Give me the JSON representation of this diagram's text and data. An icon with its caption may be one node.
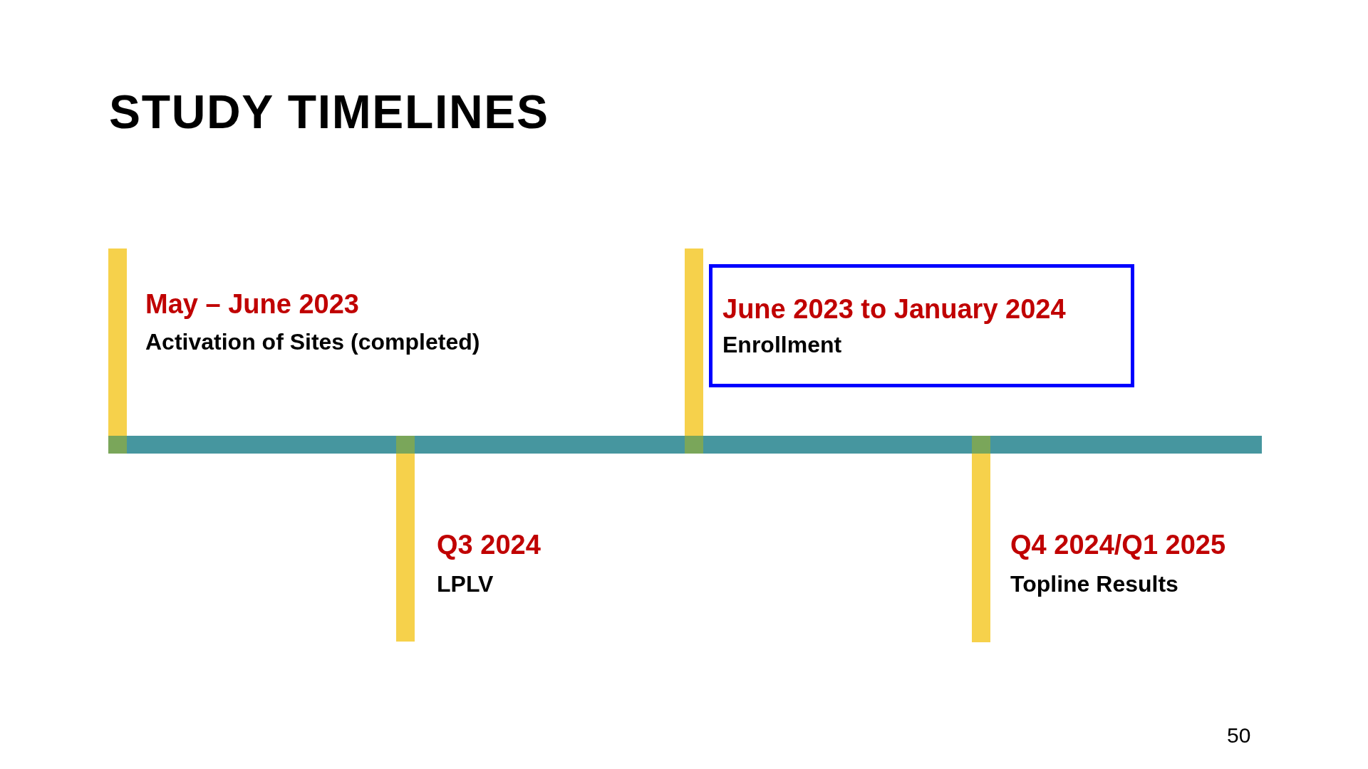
{
  "diagram": {
    "title": "STUDY TIMELINES",
    "nodes": [
      {
        "text": [
          "June 2023 to January 2024",
          "Enrollment"
        ]
      }
    ],
    "labels": [
      "May – June 2023",
      "Activation of Sites (completed)",
      "Q3 2024",
      "LPLV",
      "Q4 2024/Q1 2025",
      "Topline Results",
      "50"
    ]
  }
}
